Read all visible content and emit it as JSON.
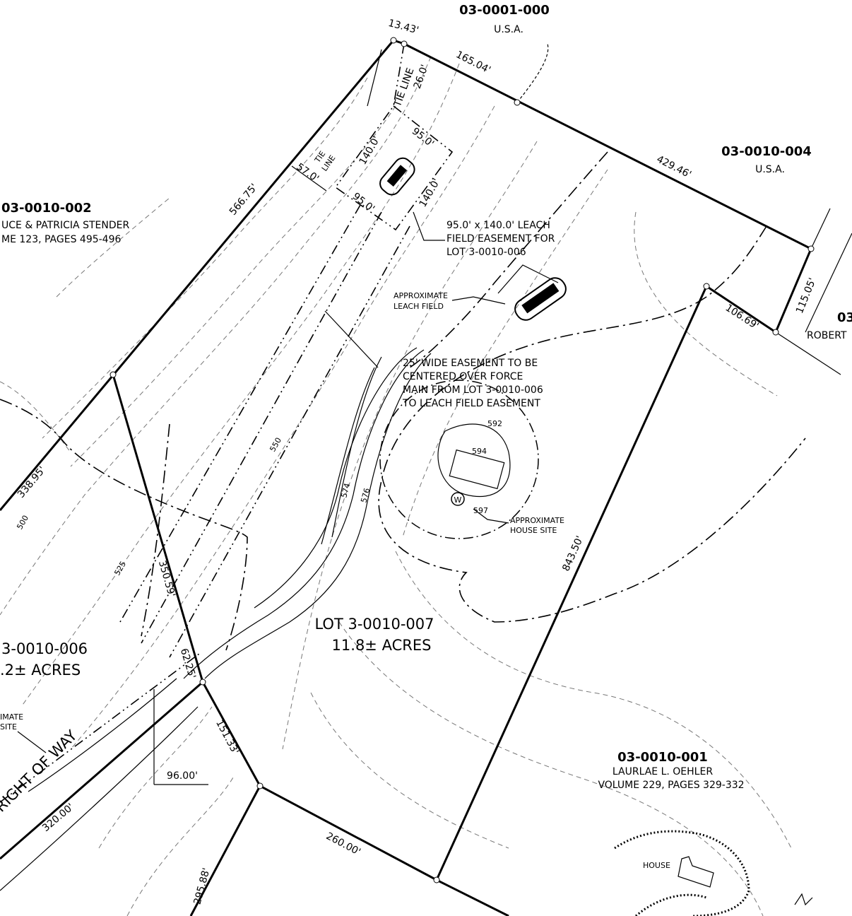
{
  "parcels": {
    "north": {
      "id": "03-0001-000",
      "owner": "U.S.A."
    },
    "northeast": {
      "id": "03-0010-004",
      "owner": "U.S.A."
    },
    "west": {
      "id": "03-0010-002",
      "owner": "UCE & PATRICIA STENDER",
      "record": "ME 123, PAGES 495-496"
    },
    "east": {
      "id": "03",
      "owner": "ROBERT"
    },
    "southeast": {
      "id": "03-0010-001",
      "owner": "LAURLAE L. OEHLER",
      "record": "VOLUME 229, PAGES 329-332"
    },
    "lot6": {
      "id": "3-0010-006",
      "area": ".2± ACRES"
    },
    "lot7": {
      "id": "LOT 3-0010-007",
      "area": "11.8± ACRES"
    }
  },
  "dimensions": {
    "d1": "13.43'",
    "d2": "165.04'",
    "d3": "429.46'",
    "d4": "115.05'",
    "d5": "106.69'",
    "d6": "843.50'",
    "d7": "260.00'",
    "d8": "151.33'",
    "d9": "350.59'",
    "d10": "566.75'",
    "d11": "338.95'",
    "d12": "62.25'",
    "d13": "96.00'",
    "d14": "320.00'",
    "d15": "295.88'",
    "d16": "57.0'",
    "d17": "26.0'",
    "d18": "140.0'",
    "d19": "95.0'",
    "d20": "95.0'",
    "d21": "140.0'"
  },
  "notes": {
    "leach_easement": [
      "95.0' x 140.0' LEACH",
      "FIELD EASEMENT FOR",
      "LOT 3-0010-006"
    ],
    "approx_leach": [
      "APPROXIMATE",
      "LEACH FIELD"
    ],
    "force_main": [
      "25' WIDE EASEMENT TO BE",
      "CENTERED OVER FORCE",
      "MAIN FROM LOT 3-0010-006",
      "TO LEACH FIELD EASEMENT"
    ],
    "house_site": [
      "APPROXIMATE",
      "HOUSE SITE"
    ],
    "approx_site_w": [
      "IMATE",
      "SITE"
    ],
    "tie_line_1": "TIE LINE",
    "tie_line_2": [
      "TIE",
      "LINE"
    ],
    "right_of_way": "RIGHT OF WAY",
    "house": "HOUSE",
    "well": "W"
  },
  "contours": [
    "500",
    "525",
    "550",
    "574",
    "576",
    "592",
    "594",
    "597"
  ]
}
